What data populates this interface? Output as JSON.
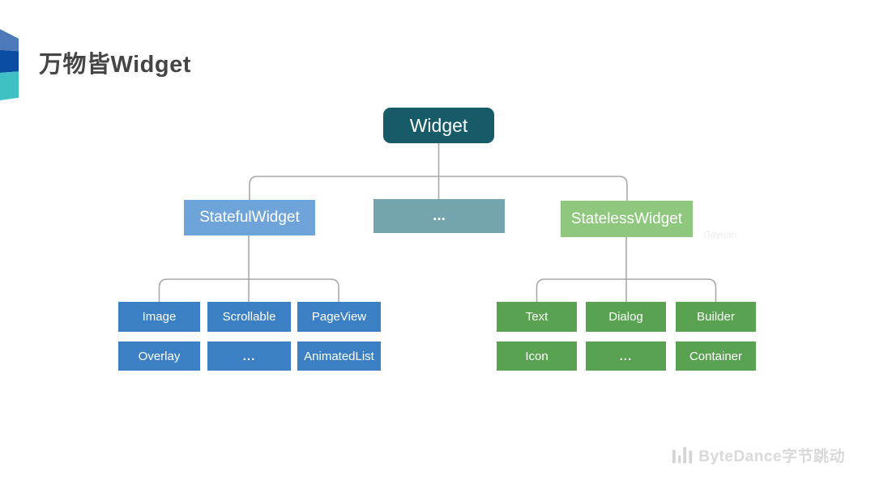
{
  "slide": {
    "title": "万物皆Widget",
    "watermark": "Gityuan",
    "brand": "ByteDance字节跳动"
  },
  "colors": {
    "root_box": "#175b68",
    "stateful_box": "#6fa4da",
    "middle_box": "#74a4ad",
    "stateless_box": "#8fc77e",
    "blue_leaf": "#3b80c4",
    "green_leaf": "#58a251",
    "connector_line": "#a9a9a9",
    "title_text": "#454545",
    "brand_text": "#d9d9d9",
    "logo_light_blue": "#4c79b9",
    "logo_dark_blue": "#0b4da1",
    "logo_teal": "#3fc0c5"
  },
  "tree": {
    "root": "Widget",
    "level2": {
      "stateful": "StatefulWidget",
      "middle": "...",
      "stateless": "StatelessWidget"
    },
    "stateful_children": {
      "r1c1": "Image",
      "r1c2": "Scrollable",
      "r1c3": "PageView",
      "r2c1": "Overlay",
      "r2c2": "...",
      "r2c3": "AnimatedList"
    },
    "stateless_children": {
      "r1c1": "Text",
      "r1c2": "Dialog",
      "r1c3": "Builder",
      "r2c1": "Icon",
      "r2c2": "...",
      "r2c3": "Container"
    }
  }
}
